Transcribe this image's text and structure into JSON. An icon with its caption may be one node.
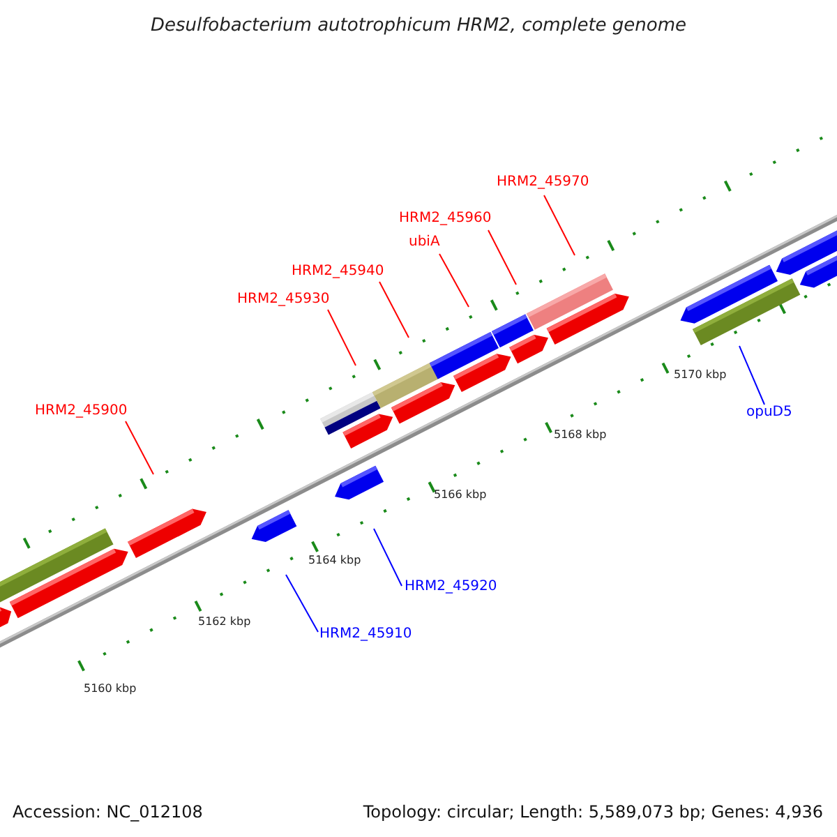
{
  "diagram": {
    "title": "Desulfobacterium autotrophicum HRM2, complete genome",
    "nodes": [
      {
        "text": [
          "HRM2_45970"
        ]
      },
      {
        "text": [
          "HRM2_45960"
        ]
      },
      {
        "text": [
          "ubiA"
        ]
      },
      {
        "text": [
          "HRM2_45940"
        ]
      },
      {
        "text": [
          "HRM2_45930"
        ]
      },
      {
        "text": [
          "HRM2_45900"
        ]
      },
      {
        "text": [
          "opuD5"
        ]
      },
      {
        "text": [
          "HRM2_45920"
        ]
      },
      {
        "text": [
          "HRM2_45910"
        ]
      }
    ],
    "edges": [
      {
        "from": 0,
        "to": null,
        "arrow": "none"
      },
      {
        "from": 1,
        "to": null,
        "arrow": "none"
      },
      {
        "from": 2,
        "to": null,
        "arrow": "none"
      },
      {
        "from": 3,
        "to": null,
        "arrow": "none"
      },
      {
        "from": 4,
        "to": null,
        "arrow": "none"
      },
      {
        "from": 5,
        "to": null,
        "arrow": "none"
      },
      {
        "from": 6,
        "to": null,
        "arrow": "none",
        "color": "#0000ff"
      },
      {
        "from": 7,
        "to": null,
        "arrow": "none",
        "color": "#0000ff"
      },
      {
        "from": 8,
        "to": null,
        "arrow": "none",
        "color": "#0000ff"
      }
    ],
    "labels": [
      "5170 kbp",
      "5168 kbp",
      "5166 kbp",
      "5164 kbp",
      "5162 kbp",
      "5160 kbp",
      "Accession: NC_012108",
      "Topology: circular; Length: 5,589,073 bp; Genes: 4,936"
    ]
  }
}
